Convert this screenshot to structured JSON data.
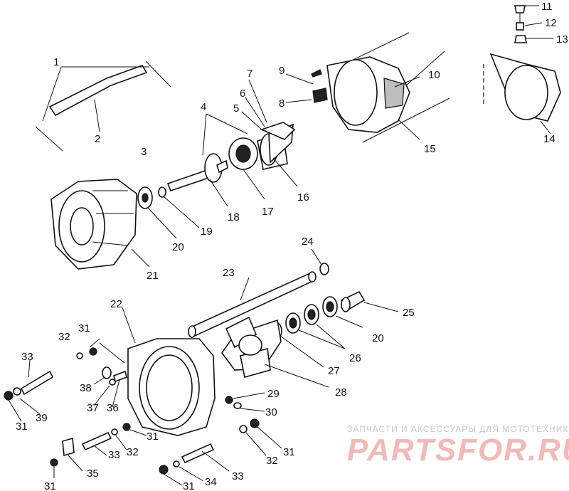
{
  "callouts": [
    {
      "id": "c1",
      "text": "1"
    },
    {
      "id": "c2",
      "text": "2"
    },
    {
      "id": "c3",
      "text": "3"
    },
    {
      "id": "c4",
      "text": "4"
    },
    {
      "id": "c5",
      "text": "5"
    },
    {
      "id": "c6",
      "text": "6"
    },
    {
      "id": "c7",
      "text": "7"
    },
    {
      "id": "c8",
      "text": "8"
    },
    {
      "id": "c9",
      "text": "9"
    },
    {
      "id": "c10",
      "text": "10"
    },
    {
      "id": "c11",
      "text": "11"
    },
    {
      "id": "c12",
      "text": "12"
    },
    {
      "id": "c13",
      "text": "13"
    },
    {
      "id": "c14",
      "text": "14"
    },
    {
      "id": "c15",
      "text": "15"
    },
    {
      "id": "c16",
      "text": "16"
    },
    {
      "id": "c17",
      "text": "17"
    },
    {
      "id": "c18",
      "text": "18"
    },
    {
      "id": "c19",
      "text": "19"
    },
    {
      "id": "c20a",
      "text": "20"
    },
    {
      "id": "c20b",
      "text": "20"
    },
    {
      "id": "c21",
      "text": "21"
    },
    {
      "id": "c22",
      "text": "22"
    },
    {
      "id": "c23",
      "text": "23"
    },
    {
      "id": "c24",
      "text": "24"
    },
    {
      "id": "c25",
      "text": "25"
    },
    {
      "id": "c26",
      "text": "26"
    },
    {
      "id": "c27",
      "text": "27"
    },
    {
      "id": "c28",
      "text": "28"
    },
    {
      "id": "c29",
      "text": "29"
    },
    {
      "id": "c30",
      "text": "30"
    },
    {
      "id": "c31a",
      "text": "31"
    },
    {
      "id": "c31b",
      "text": "31"
    },
    {
      "id": "c31c",
      "text": "31"
    },
    {
      "id": "c31d",
      "text": "31"
    },
    {
      "id": "c31e",
      "text": "31"
    },
    {
      "id": "c31f",
      "text": "31"
    },
    {
      "id": "c32a",
      "text": "32"
    },
    {
      "id": "c32b",
      "text": "32"
    },
    {
      "id": "c32c",
      "text": "32"
    },
    {
      "id": "c33a",
      "text": "33"
    },
    {
      "id": "c33b",
      "text": "33"
    },
    {
      "id": "c33c",
      "text": "33"
    },
    {
      "id": "c34",
      "text": "34"
    },
    {
      "id": "c35",
      "text": "35"
    },
    {
      "id": "c36",
      "text": "36"
    },
    {
      "id": "c37",
      "text": "37"
    },
    {
      "id": "c38",
      "text": "38"
    },
    {
      "id": "c39",
      "text": "39"
    }
  ],
  "watermark": {
    "tagline": "ЗАПЧАСТИ И АКСЕССУАРЫ ДЛЯ МОТОТЕХНИКИ",
    "logo": "PARTSFOR.RU",
    "tagline_color": "#c9c9c9",
    "logo_color": "#f2b9b9"
  }
}
